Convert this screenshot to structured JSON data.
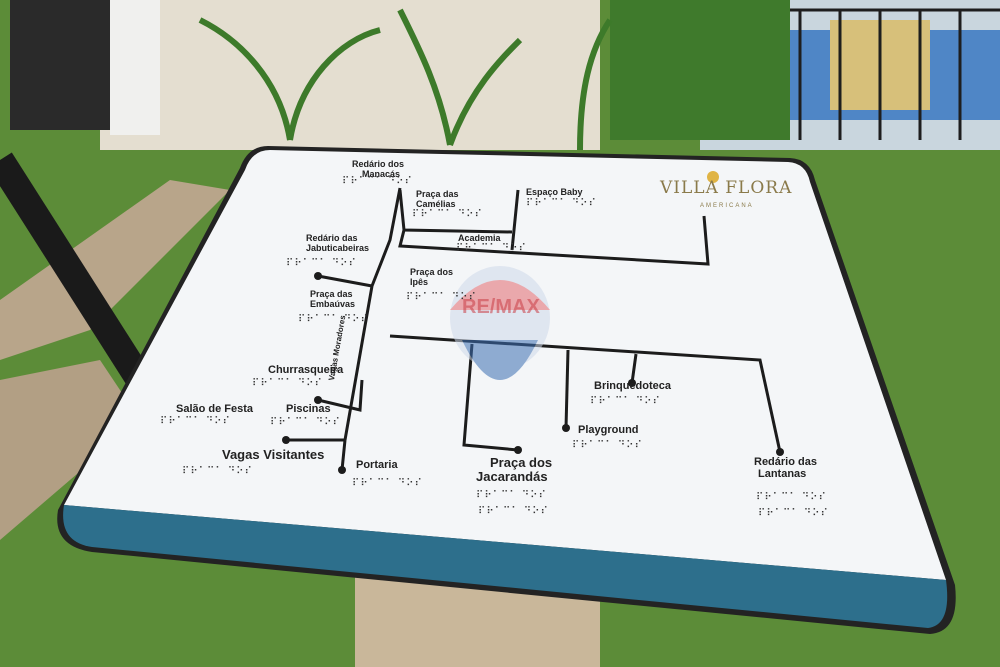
{
  "sign": {
    "brand_name": "VILLA FLORA",
    "brand_sub": "AMERICANA",
    "watermark": "RE/MAX",
    "locations": [
      {
        "id": "redario-manacas",
        "label_l1": "Redário dos",
        "label_l2": "Manacás"
      },
      {
        "id": "praca-camelias",
        "label_l1": "Praça das",
        "label_l2": "Camélias"
      },
      {
        "id": "espaco-baby",
        "label_l1": "Espaço Baby",
        "label_l2": ""
      },
      {
        "id": "academia",
        "label_l1": "Academia",
        "label_l2": ""
      },
      {
        "id": "redario-jabuticabeiras",
        "label_l1": "Redário das",
        "label_l2": "Jabuticabeiras"
      },
      {
        "id": "praca-ipes",
        "label_l1": "Praça dos",
        "label_l2": "Ipês"
      },
      {
        "id": "praca-embauvas",
        "label_l1": "Praça das",
        "label_l2": "Embaúvas"
      },
      {
        "id": "vagas-moradores",
        "label_l1": "Vagas Moradores",
        "label_l2": ""
      },
      {
        "id": "churrasqueira",
        "label_l1": "Churrasqueira",
        "label_l2": ""
      },
      {
        "id": "salao-festa",
        "label_l1": "Salão de Festa",
        "label_l2": ""
      },
      {
        "id": "piscinas",
        "label_l1": "Piscinas",
        "label_l2": ""
      },
      {
        "id": "vagas-visitantes",
        "label_l1": "Vagas Visitantes",
        "label_l2": ""
      },
      {
        "id": "portaria",
        "label_l1": "Portaria",
        "label_l2": ""
      },
      {
        "id": "praca-jacarandas",
        "label_l1": "Praça dos",
        "label_l2": "Jacarandás"
      },
      {
        "id": "brinquedoteca",
        "label_l1": "Brinquedoteca",
        "label_l2": ""
      },
      {
        "id": "playground",
        "label_l1": "Playground",
        "label_l2": ""
      },
      {
        "id": "redario-lantanas",
        "label_l1": "Redário das",
        "label_l2": "Lantanas"
      }
    ],
    "braille": "⠏⠗⠁⠉⠁ ⠙⠕⠎"
  },
  "colors": {
    "grass": "#5f8f3a",
    "wall": "#e6e0d3",
    "sign_face": "#f4f6f8",
    "sign_band": "#2d6f8c",
    "route_line": "#1c1c1c"
  }
}
